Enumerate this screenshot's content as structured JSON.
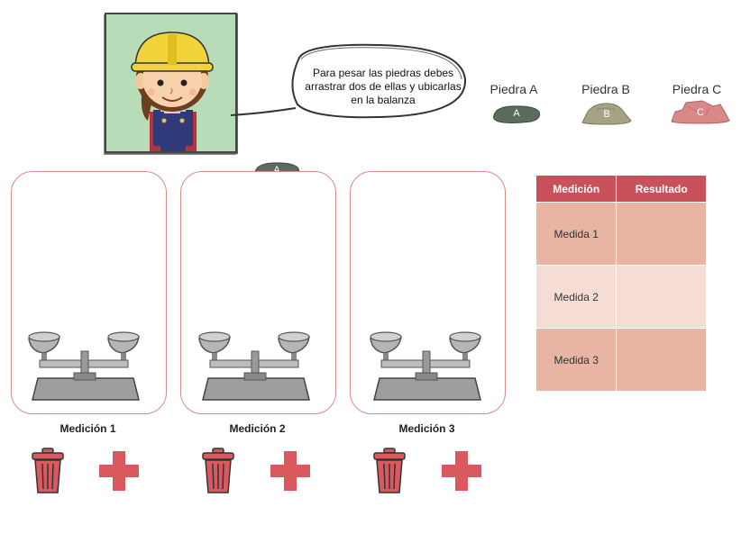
{
  "instruction": "Para pesar las piedras debes arrastrar dos de ellas y ubicarlas en la balanza",
  "stones": [
    {
      "label": "Piedra A",
      "letter": "A",
      "color": "#5b6b5e"
    },
    {
      "label": "Piedra B",
      "letter": "B",
      "color": "#a6a285"
    },
    {
      "label": "Piedra C",
      "letter": "C",
      "color": "#d98888"
    }
  ],
  "dragged_stone": {
    "letter": "A"
  },
  "measurements": [
    {
      "caption": "Medición 1"
    },
    {
      "caption": "Medición 2"
    },
    {
      "caption": "Medición 3"
    }
  ],
  "table": {
    "headers": [
      "Medición",
      "Resultado"
    ],
    "rows": [
      {
        "label": "Medida 1",
        "result": ""
      },
      {
        "label": "Medida 2",
        "result": ""
      },
      {
        "label": "Medida 3",
        "result": ""
      }
    ]
  },
  "colors": {
    "accent": "#c9525a",
    "card_border": "#d98a85",
    "action_red": "#d9595f"
  }
}
